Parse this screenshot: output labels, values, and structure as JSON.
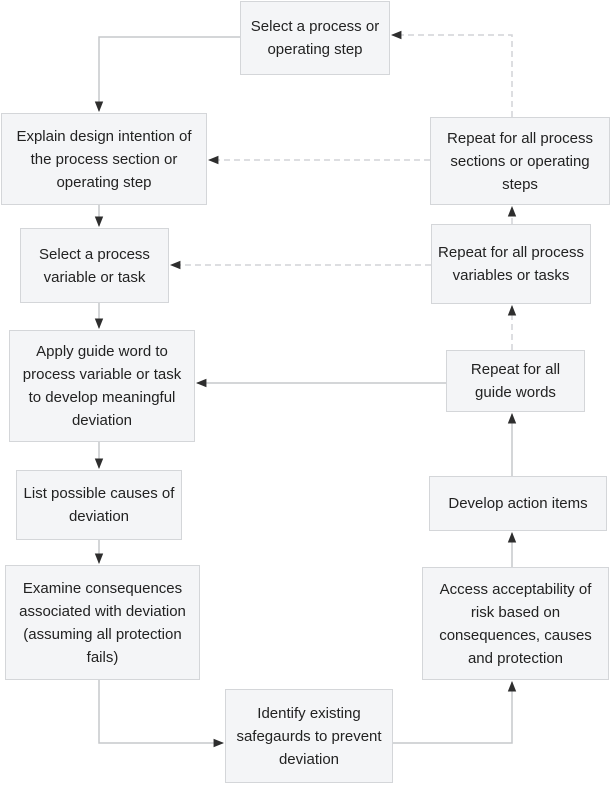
{
  "flowchart": {
    "steps": {
      "select_process": "Select a process or operating step",
      "explain": "Explain design intention of the process section or operating step",
      "select_variable": "Select a process variable or task",
      "apply_guide": "Apply guide word to process variable or task to develop meaningful deviation",
      "list_causes": "List possible causes of deviation",
      "examine": "Examine consequences associated with deviation (assuming all protection fails)",
      "identify": "Identify existing safegaurds to prevent deviation",
      "access": "Access acceptability of risk based on consequences, causes and protection",
      "develop": "Develop action items",
      "repeat_guide": "Repeat for all guide words",
      "repeat_vars": "Repeat for all process variables or tasks",
      "repeat_sections": "Repeat for all process sections or operating steps"
    },
    "connections": [
      {
        "from": "select_process",
        "to": "explain",
        "style": "solid"
      },
      {
        "from": "explain",
        "to": "select_variable",
        "style": "solid"
      },
      {
        "from": "select_variable",
        "to": "apply_guide",
        "style": "solid"
      },
      {
        "from": "apply_guide",
        "to": "list_causes",
        "style": "solid"
      },
      {
        "from": "list_causes",
        "to": "examine",
        "style": "solid"
      },
      {
        "from": "examine",
        "to": "identify",
        "style": "solid"
      },
      {
        "from": "identify",
        "to": "access",
        "style": "solid"
      },
      {
        "from": "access",
        "to": "develop",
        "style": "solid"
      },
      {
        "from": "develop",
        "to": "repeat_guide",
        "style": "solid"
      },
      {
        "from": "repeat_guide",
        "to": "apply_guide",
        "style": "solid"
      },
      {
        "from": "repeat_guide",
        "to": "repeat_vars",
        "style": "dashed"
      },
      {
        "from": "repeat_vars",
        "to": "select_variable",
        "style": "dashed"
      },
      {
        "from": "repeat_vars",
        "to": "repeat_sections",
        "style": "dashed"
      },
      {
        "from": "repeat_sections",
        "to": "explain",
        "style": "dashed"
      },
      {
        "from": "repeat_sections",
        "to": "select_process",
        "style": "dashed"
      }
    ]
  },
  "colors": {
    "box_fill": "#f4f5f7",
    "box_border": "#d4d6d9",
    "text": "#222222",
    "solid_line": "#c6c8cb",
    "dashed_line": "#d2d4d7",
    "arrowhead": "#2e2e2e"
  }
}
